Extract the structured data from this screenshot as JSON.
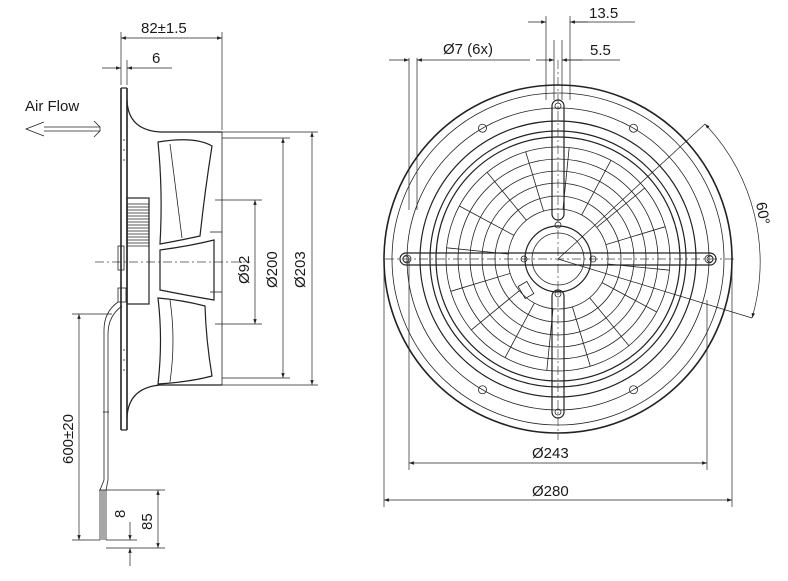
{
  "side_view": {
    "air_flow_label": "Air Flow",
    "dim_depth": "82±1.5",
    "dim_flange": "6",
    "dim_hub": "Ø92",
    "dim_inlet": "Ø200",
    "dim_outer": "Ø203",
    "dim_cable": "600±20",
    "dim_strip_short": "8",
    "dim_strip_long": "85"
  },
  "front_view": {
    "dim_holes": "Ø7 (6x)",
    "dim_slot_outer": "13.5",
    "dim_slot_inner": "5.5",
    "dim_angle": "60°",
    "dim_bolt_circle": "Ø243",
    "dim_flange_dia": "Ø280"
  }
}
